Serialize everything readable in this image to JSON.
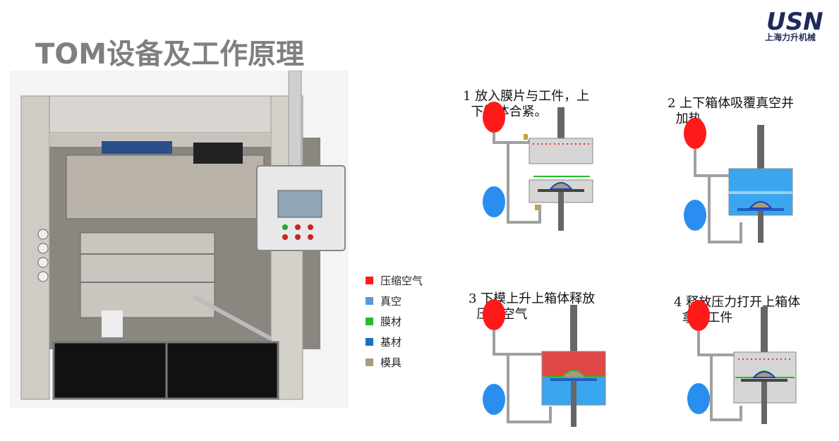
{
  "title": "TOM设备及工作原理",
  "logo": {
    "mark": "USN",
    "company": "上海力升机械"
  },
  "legend": [
    {
      "label": "压缩空气",
      "color": "#ff1a1a"
    },
    {
      "label": "真空",
      "color": "#5b9bd5"
    },
    {
      "label": "膜材",
      "color": "#22c022"
    },
    {
      "label": "基材",
      "color": "#1f6fbf"
    },
    {
      "label": "模具",
      "color": "#a69c7a"
    }
  ],
  "steps": [
    {
      "line1": "1 放入膜片与工件，上",
      "line2": "  下箱体合紧。"
    },
    {
      "line1": "2 上下箱体吸覆真空并",
      "line2": "  加热"
    },
    {
      "line1": "3 下模上升上箱体释放",
      "line2": "  压缩空气"
    },
    {
      "line1": "4 释放压力打开上箱体",
      "line2": "  拿出工件"
    }
  ]
}
